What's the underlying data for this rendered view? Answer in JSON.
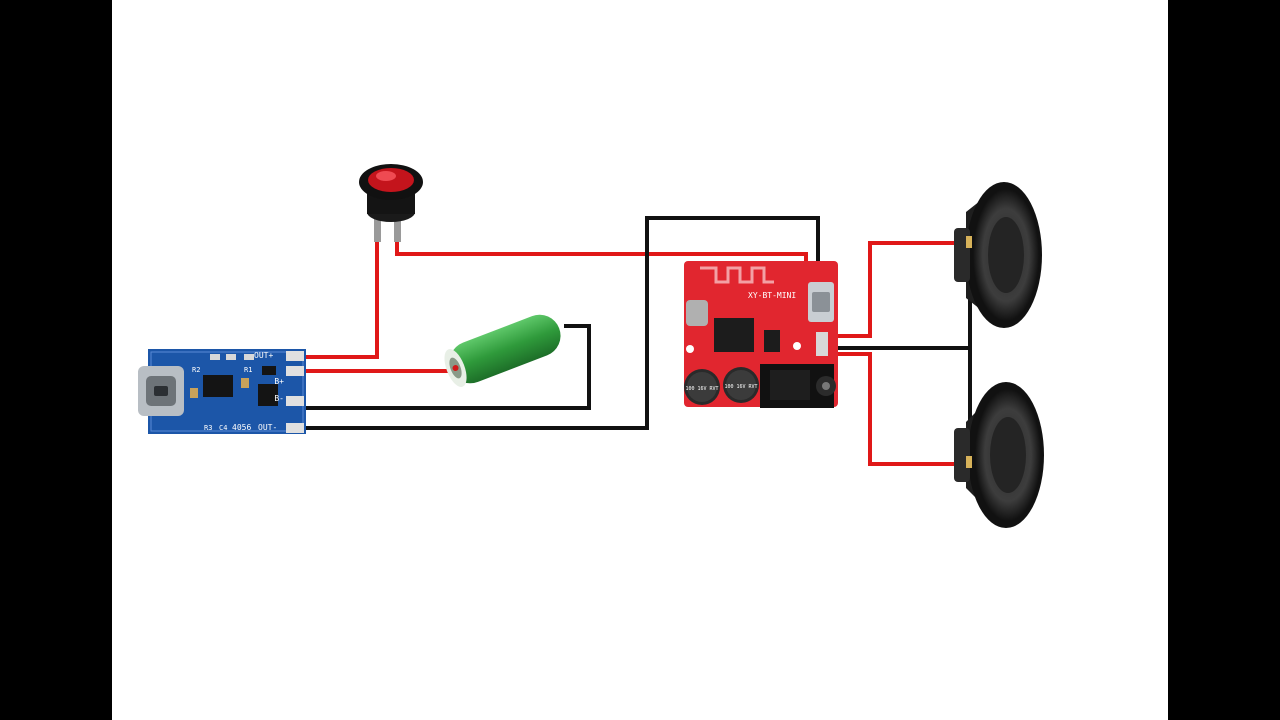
{
  "charger_module": {
    "pins": [
      "OUT+",
      "B+",
      "B-",
      "OUT-"
    ],
    "chip_label": "4056",
    "component_labels": [
      "R3",
      "C4",
      "R1",
      "R2"
    ],
    "color": "#1c56a8"
  },
  "bluetooth_module": {
    "label": "XY-BT-MINI",
    "cap_labels": [
      "100 16V RVT",
      "100 16V RVT"
    ],
    "color": "#e1262f"
  },
  "wire_colors": {
    "positive": "#e01818",
    "negative": "#111111"
  },
  "battery_color": "#3aa047",
  "icons": [
    "rocker-switch-icon",
    "battery-cell-icon",
    "speaker-icon"
  ]
}
